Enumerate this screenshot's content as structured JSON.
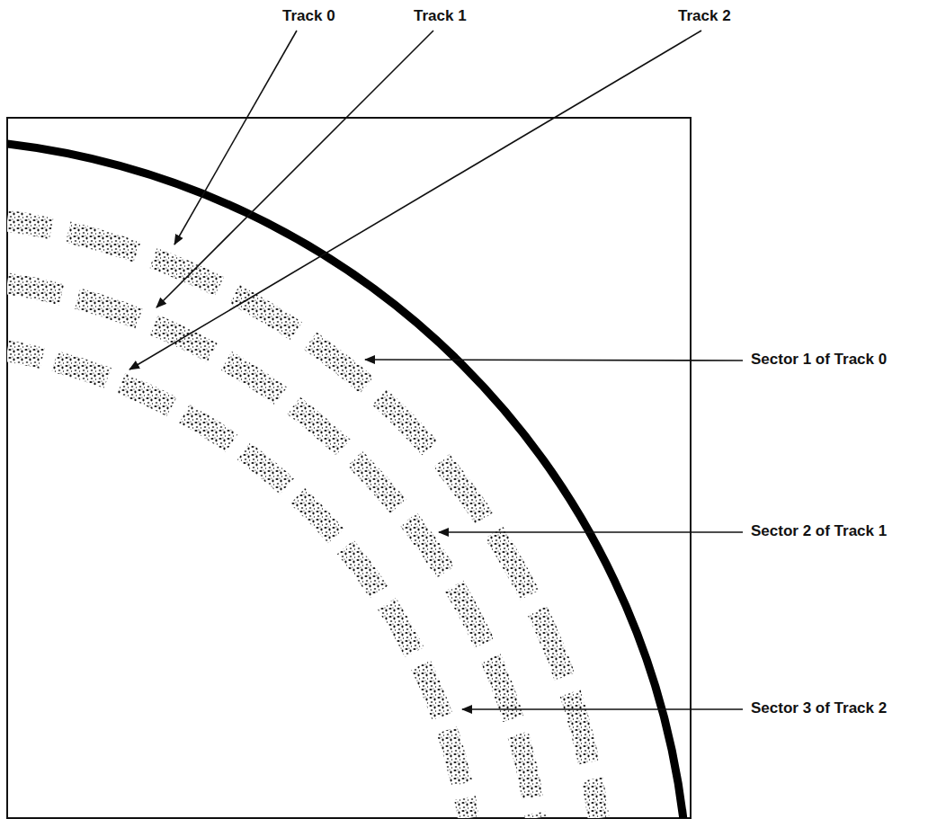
{
  "diagram": {
    "labels": [
      "Track 0",
      "Track 1",
      "Track 2",
      "Sector 1 of Track 0",
      "Sector 2 of Track 1",
      "Sector 3 of Track 2"
    ]
  }
}
